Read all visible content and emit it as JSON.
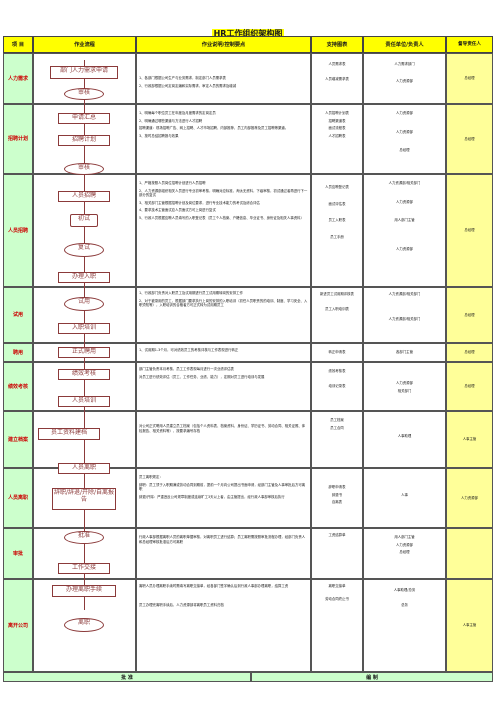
{
  "title": "HR工作组织架构图",
  "headers": [
    "项 目",
    "作业流程",
    "作业说明/控制要点",
    "支持图表",
    "责任单位/负责人",
    "督导责任人"
  ],
  "stages": [
    "人力需求",
    "招聘计划",
    "人员招聘",
    "试用",
    "聘用",
    "绩效考核",
    "建立档案",
    "人员离职",
    "审批",
    "离开公司"
  ],
  "flow_boxes": {
    "dept_request": "部门人力需求申请",
    "review1": "审核",
    "apply_summary": "申请汇总",
    "recruit_plan": "招聘计划",
    "review2": "审核",
    "staff_recruit": "人员招聘",
    "initial_test": "初试",
    "retest": "复试",
    "onboard": "办理入职",
    "probation": "试用",
    "onboard2": "入职培训",
    "formal": "正式聘用",
    "perf": "绩效考核",
    "train": "人员培训",
    "archive": "员工资料建档",
    "leave": "人员离职",
    "leave_types": "辞职/辞退/开除/自离报告",
    "approve": "批准",
    "handover": "工作交接",
    "leave_proc": "办理离职手续",
    "leave_final": "离职"
  },
  "descriptions": {
    "s1": [
      "1、各部门根据公司生产与业务需求，制定部门人员需求表",
      "2、行政部根据公司定岗定编和实际需求，审定人员的需求及增减"
    ],
    "s2": [
      "1、明确每个职位员工在年度及月度需求的定岗定员",
      "2、明确通过哪些渠道与方法进行人才招聘",
      "招聘渠道：现场招聘广告、网上招聘、人才市场招聘、内部推荐、员工内部推荐及员工招聘等渠道。",
      "3、按时总结招聘报与效果"
    ],
    "s3": [
      "1、严格按照人员岗位招聘计划进行人员招聘",
      "2、人力资源部组织相关人员进行专业初审考核，明确对应标准，淘汰无资料，下级审核，初试通过者再进行下一部分的复试",
      "3、相关部门主管根据招聘计划及岗位要求，进行专业技术能力的考试及综合评估",
      "4、要求技术主管面试应人员面试方可上岗进行复试",
      "5、行政人员根据应聘人员填写的入职登记表（员工个人档案、户籍信息、毕业证书、身份证及相关人事资料）"
    ],
    "s4": [
      "1、行政部门负责对入职员工及试用期进行员工试用期转岗的安排工作",
      "2、对于被录用的员工，根据部门要求执行上岗的安排的入职培训（初任人员职责的的培训、制度、学习安全、入职须知等），入职培训的合格者方可正式转为试用期员工"
    ],
    "s5": [
      "1、试用期1-3个月，可对绩效员工的考核评核与工作表现进行转正"
    ],
    "s6": [
      "部门主管负责本月考核，员工工作表现每月进行一次业绩评估表",
      "对员工进行绩效评估（员工、工作任务、业绩、能力），定期对员工进行培训与发展"
    ],
    "s7": [
      "对公司正式聘用人员建立员工档案（包括个人资料表、档案资料、身份证、学历证书、劳动合同、相关证照、体检报告、相关资料等），按要求编号存档"
    ],
    "s8": [
      "员工离职规定：",
      "辞职：员工须于入职期满或劳动合同到期前，提前一个月向公司提出书面申请，经部门主管及人事审批后方可离职",
      "辞退/开除：严重违反公司规章制度或连续旷工3天以上者，由主管提出，经行政人事部审核后执行"
    ],
    "s9": [
      "行政人事部根据离职人员的离职单据审核，对离职员工进行结算；员工离职需按照审批流程办理，经部门负责人和总经理审核批准后方可离职"
    ],
    "s10": [
      "离职人员办理离职手续时需填写离职交接单，经各部门签字确认后到行政人事部办理离职，结算工资",
      "员工办理完离职手续后，人力资源部将离职员工资料归档"
    ]
  },
  "docs": {
    "s1": [
      "人员需求表",
      "人员增减需求表"
    ],
    "s2": [
      "人员招聘计划表",
      "招聘渠道表",
      "面试流程表",
      "人才招聘表"
    ],
    "s3": [
      "人员应聘登记表",
      "面试评估表",
      "员工入职表",
      "员工手册"
    ],
    "s4": [
      "新进员工试用期评核表",
      "员工入职培训表"
    ],
    "s5": [
      "转正申请表"
    ],
    "s6": [
      "绩效考核表",
      "培训记录表"
    ],
    "s7": [
      "员工档案",
      "员工合同"
    ],
    "s8": [
      "辞职申请表",
      "辞退书",
      "自离表"
    ],
    "s9": [
      "工资结算单"
    ],
    "s10": [
      "离职交接单",
      "劳动合同终止书"
    ]
  },
  "resp": {
    "s1": [
      "人力需求部门",
      "人力资源部"
    ],
    "s2": [
      "人力资源部",
      "人力资源部",
      "总经理"
    ],
    "s3": [
      "人力资源部/相关部门",
      "人力资源部",
      "用人部门主管",
      "人力资源部"
    ],
    "s4": [
      "人力资源部/相关部门",
      "人力资源部/相关部门"
    ],
    "s5": [
      "各部门主管"
    ],
    "s6": [
      "人力资源部",
      "相关部门"
    ],
    "s7": [
      "人事助理"
    ],
    "s8": [
      "人事"
    ],
    "s9": [
      "用人部门主管",
      "人力资源部",
      "总经理"
    ],
    "s10": [
      "人事助理/总务",
      "总务"
    ]
  },
  "supervisors": {
    "s1": "总经理",
    "s2": "总经理",
    "s3": "总经理",
    "s4": "总经理",
    "s5": "总经理",
    "s6": "总经理",
    "s7": "人事主管",
    "s8": "人力资源部",
    "s9": "",
    "s10": "人事主管"
  },
  "footer": {
    "approve": "批 准",
    "prepare": "编 制"
  }
}
